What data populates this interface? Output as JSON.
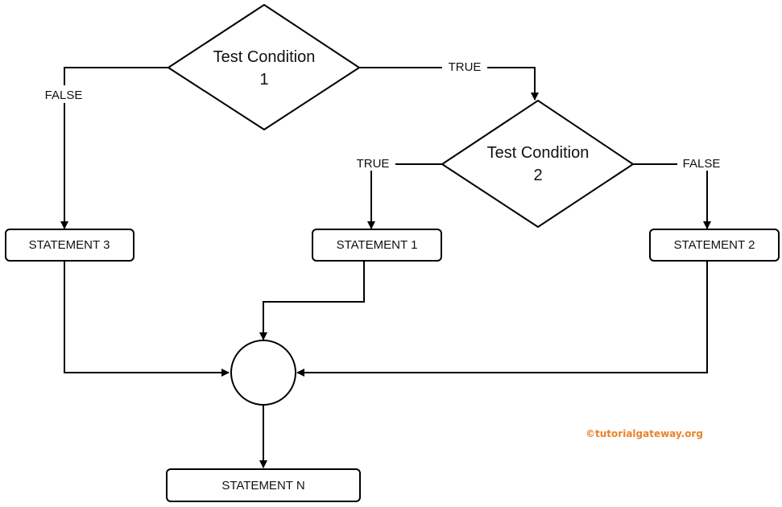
{
  "nodes": {
    "condition_1": {
      "lines": [
        "Test Condition",
        "1"
      ]
    },
    "condition_2": {
      "lines": [
        "Test Condition",
        "2"
      ]
    },
    "statement_1": {
      "label": "STATEMENT 1"
    },
    "statement_2": {
      "label": "STATEMENT 2"
    },
    "statement_3": {
      "label": "STATEMENT 3"
    },
    "statement_n": {
      "label": "STATEMENT N"
    }
  },
  "edge_labels": {
    "cond1_true": "TRUE",
    "cond1_false": "FALSE",
    "cond2_true": "TRUE",
    "cond2_false": "FALSE"
  },
  "watermark": {
    "text": "©tutorialgateway.org",
    "color": "#e8832a"
  },
  "colors": {
    "stroke": "#000000",
    "background": "#ffffff"
  }
}
